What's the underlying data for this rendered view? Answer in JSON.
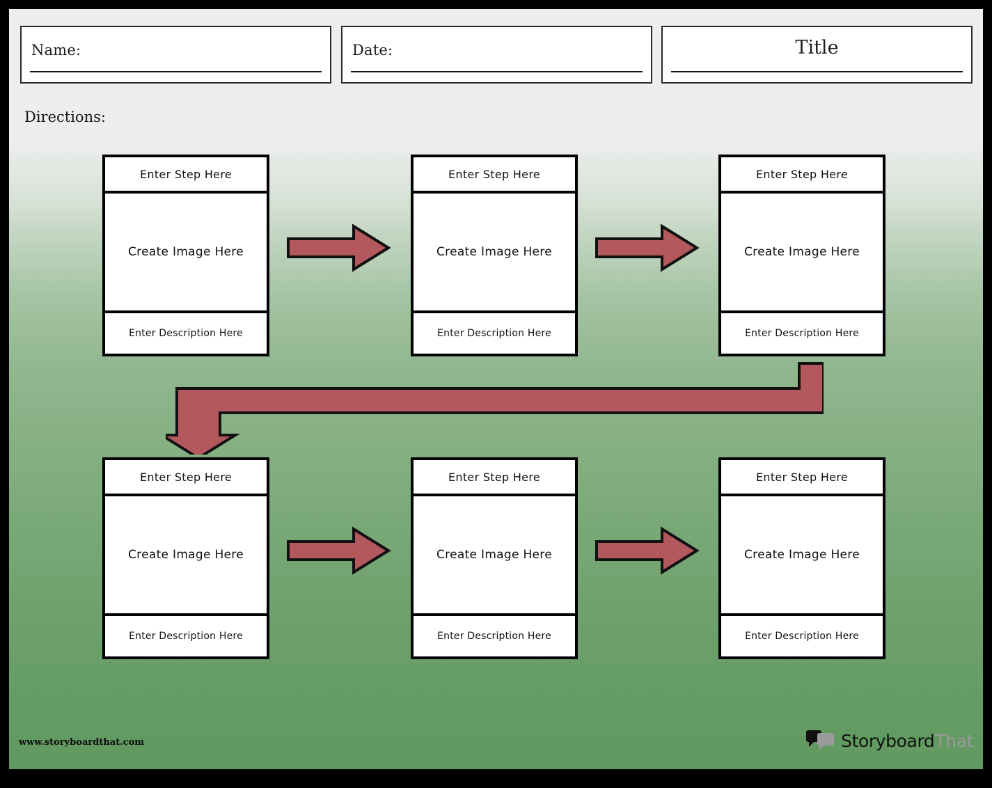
{
  "document": {
    "kind": "worksheet",
    "border_color": "#000000",
    "canvas_bg_top": "#eeeeee",
    "canvas_bg_bottom": "#619a61"
  },
  "header": {
    "name_label": "Name:",
    "date_label": "Date:",
    "title_label": "Title",
    "directions_label": "Directions:"
  },
  "colors": {
    "arrow_fill": "#b3595d",
    "arrow_stroke": "#111111",
    "card_border": "#000000",
    "card_bg": "#ffffff",
    "logo_black": "#111111",
    "logo_gray": "#9b9b9b"
  },
  "cards": [
    {
      "step": "Enter Step Here",
      "image": "Create Image Here",
      "description": "Enter Description Here"
    },
    {
      "step": "Enter Step Here",
      "image": "Create Image Here",
      "description": "Enter Description Here"
    },
    {
      "step": "Enter Step Here",
      "image": "Create Image Here",
      "description": "Enter Description Here"
    },
    {
      "step": "Enter Step Here",
      "image": "Create Image Here",
      "description": "Enter Description Here"
    },
    {
      "step": "Enter Step Here",
      "image": "Create Image Here",
      "description": "Enter Description Here"
    },
    {
      "step": "Enter Step Here",
      "image": "Create Image Here",
      "description": "Enter Description Here"
    }
  ],
  "connectors": [
    {
      "name": "arrow-row1-step1-to-step2",
      "direction": "right"
    },
    {
      "name": "arrow-row1-step2-to-step3",
      "direction": "right"
    },
    {
      "name": "arrow-row1-step3-to-row2-step4",
      "direction": "wrap-down-left"
    },
    {
      "name": "arrow-row2-step4-to-step5",
      "direction": "right"
    },
    {
      "name": "arrow-row2-step5-to-step6",
      "direction": "right"
    }
  ],
  "footer": {
    "site_url": "www.storyboardthat.com",
    "logo_word_1": "Storyboard",
    "logo_word_2": "That"
  }
}
